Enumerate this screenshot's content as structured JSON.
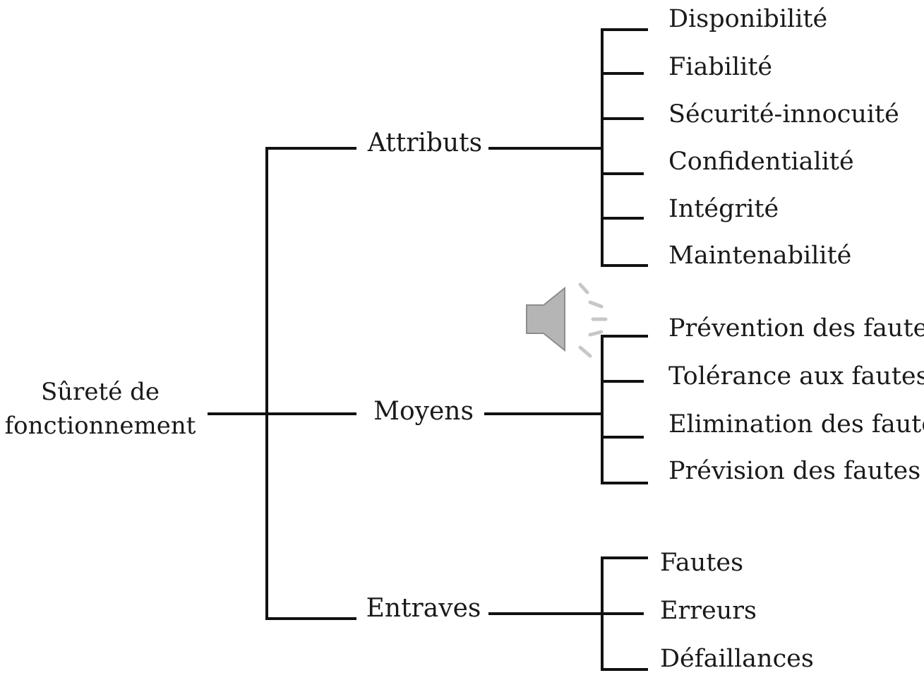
{
  "diagram": {
    "root": {
      "line1": "Sûreté de",
      "line2": "fonctionnement"
    },
    "categories": [
      {
        "label": "Attributs",
        "items": [
          "Disponibilité",
          "Fiabilité",
          "Sécurité-innocuité",
          "Confidentialité",
          "Intégrité",
          "Maintenabilité"
        ]
      },
      {
        "label": "Moyens",
        "items": [
          "Prévention des fautes",
          "Tolérance aux fautes",
          "Elimination des fautes",
          "Prévision des fautes"
        ]
      },
      {
        "label": "Entraves",
        "items": [
          "Fautes",
          "Erreurs",
          "Défaillances"
        ]
      }
    ]
  },
  "overlay": {
    "icon": "speaker-icon",
    "icon_color": "#b5b5b5"
  }
}
